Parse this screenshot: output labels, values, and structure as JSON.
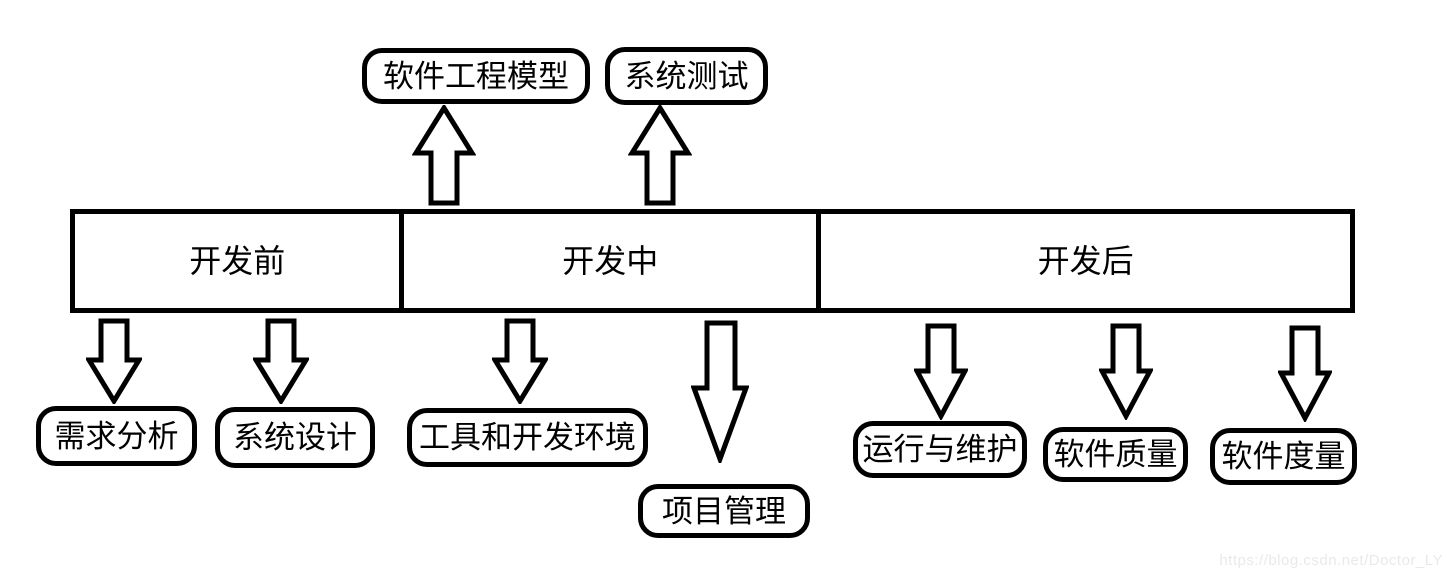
{
  "diagram": {
    "title_implicit": "软件开发阶段图",
    "top_nodes": [
      {
        "id": "software-engineering-model",
        "label": "软件工程模型"
      },
      {
        "id": "system-test",
        "label": "系统测试"
      }
    ],
    "phases": [
      {
        "id": "pre-development",
        "label": "开发前"
      },
      {
        "id": "in-development",
        "label": "开发中"
      },
      {
        "id": "post-development",
        "label": "开发后"
      }
    ],
    "bottom_nodes": [
      {
        "id": "requirements-analysis",
        "label": "需求分析"
      },
      {
        "id": "system-design",
        "label": "系统设计"
      },
      {
        "id": "tools-and-dev-environment",
        "label": "工具和开发环境"
      },
      {
        "id": "project-management",
        "label": "项目管理"
      },
      {
        "id": "operation-and-maintenance",
        "label": "运行与维护"
      },
      {
        "id": "software-quality",
        "label": "软件质量"
      },
      {
        "id": "software-metrics",
        "label": "软件度量"
      }
    ],
    "connections": [
      {
        "from": "phase-bar",
        "to": "软件工程模型",
        "direction": "up"
      },
      {
        "from": "phase-bar",
        "to": "系统测试",
        "direction": "up"
      },
      {
        "from": "开发前",
        "to": "需求分析",
        "direction": "down"
      },
      {
        "from": "开发前",
        "to": "系统设计",
        "direction": "down"
      },
      {
        "from": "开发中",
        "to": "工具和开发环境",
        "direction": "down"
      },
      {
        "from": "开发中",
        "to": "项目管理",
        "direction": "down"
      },
      {
        "from": "开发后",
        "to": "运行与维护",
        "direction": "down"
      },
      {
        "from": "开发后",
        "to": "软件质量",
        "direction": "down"
      },
      {
        "from": "开发后",
        "to": "软件度量",
        "direction": "down"
      }
    ],
    "icons": {
      "up_arrow": "outline-block-arrow-up",
      "down_arrow": "outline-block-arrow-down"
    },
    "colors": {
      "stroke": "#000000",
      "fill": "#ffffff",
      "watermark": "#e9e9e9"
    },
    "watermark": "https://blog.csdn.net/Doctor_LY"
  }
}
